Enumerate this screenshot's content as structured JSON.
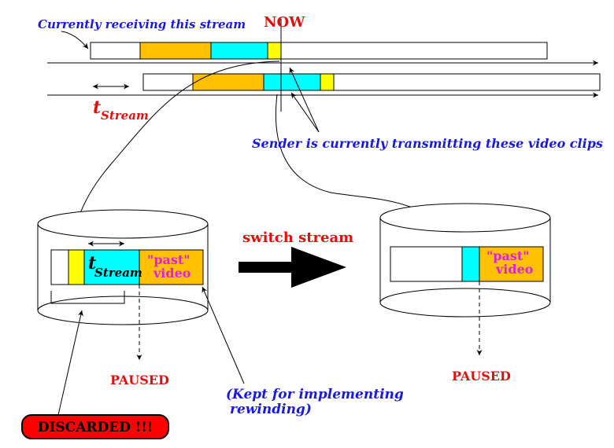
{
  "labels": {
    "currently_receiving": "Currently receiving this stream",
    "now": "NOW",
    "t": "t",
    "stream_sub": "Stream",
    "sender_transmitting": "Sender is currently transmitting these video clips",
    "switch_stream": "switch stream",
    "past": "\"past\"",
    "video": "video",
    "paused_left": "PAUSED",
    "paused_right": "PAUSED",
    "kept_line1": "(Kept for implementing",
    "kept_line2": "rewinding)",
    "discarded": "DISCARDED !!!"
  },
  "colors": {
    "blue_text": "#1a1adb",
    "red_text": "#e01010",
    "magenta_text": "#e020e0",
    "gold": "#ffc000",
    "cyan": "#00ffff",
    "yellow": "#ffff00",
    "discard_fill": "#ff0000"
  }
}
